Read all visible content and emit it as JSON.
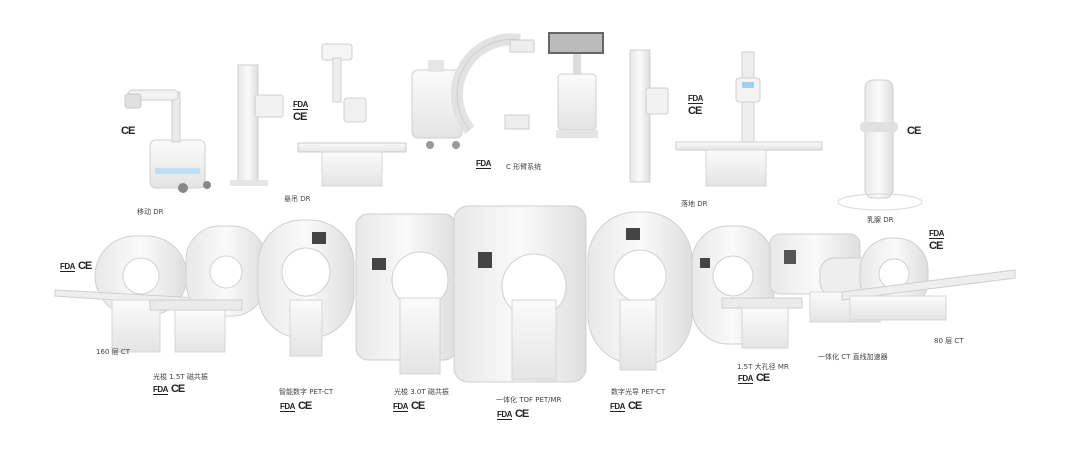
{
  "labels": {
    "mobile_dr": "移动 DR",
    "suspended_dr": "悬吊 DR",
    "c_arm": "C 形臂系统",
    "floor_dr": "落地 DR",
    "mammo_dr": "乳腺 DR",
    "ct_160": "160 层 CT",
    "mr_15t": "光梭 1.5T 磁共振",
    "pet_ct_digital": "智能数字 PET-CT",
    "mr_30t": "光梭 3.0T 磁共振",
    "pet_mr": "一体化 TOF PET/MR",
    "pet_ct_photon": "数字光导 PET-CT",
    "mr_wide": "1.5T 大孔径 MR",
    "ct_linac": "一体化 CT 直线加速器",
    "ct_80": "80 层 CT"
  },
  "marks": {
    "fda": "FDA",
    "ce": "CE"
  }
}
